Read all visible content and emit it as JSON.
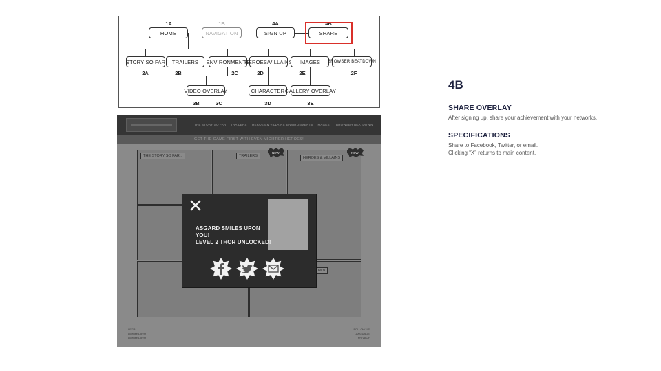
{
  "sitemap": {
    "nodes": {
      "home": "HOME",
      "navigation": "NAVIGATION",
      "signup": "SIGN UP",
      "share": "SHARE",
      "story": "STORY SO FAR",
      "trailers": "TRAILERS",
      "environments": "ENVIRONMENTS",
      "heroes": "HEROES/VILLAINS",
      "images": "IMAGES",
      "beatdown": "BROWSER BEATDOWN",
      "video": "VIDEO OVERLAY",
      "character": "CHARACTER",
      "gallery": "GALLERY OVERLAY"
    },
    "codes": {
      "home": "1A",
      "navigation": "1B",
      "signup": "4A",
      "share": "4B",
      "story": "2A",
      "trailers": "2B",
      "environments": "2C",
      "heroes": "2D",
      "images": "2E",
      "beatdown": "2F",
      "video_a": "3B",
      "video_b": "3C",
      "character": "3D",
      "gallery": "3E"
    },
    "highlight_color": "#d9302a"
  },
  "mockup": {
    "nav": [
      "THE STORY SO FAR",
      "TRAILERS",
      "HEROES & VILLAINS",
      "ENVIRONMENTS",
      "IMAGES",
      "BROWSER BEATDOWN"
    ],
    "banner": "GET THE GAME FIRST WITH EVEN MIGHTIER HEROES!",
    "tiles": {
      "story": "THE STORY SO FAR...",
      "trailers": "TRAILERS",
      "heroes": "HEROES & VILLAINS",
      "beatdown_partial": "DOWN"
    },
    "badges": {
      "new1": "NEW!",
      "new2": "NEW!"
    },
    "footer_left": [
      "LEGAL",
      "License Lorem",
      "License Lorem"
    ],
    "footer_right": [
      "FOLLOW US",
      "LANGUAGE",
      "PRIVACY"
    ],
    "overlay": {
      "line1": "ASGARD SMILES UPON YOU!",
      "line2": "LEVEL 2 THOR UNLOCKED!",
      "share_icons": [
        "facebook-icon",
        "twitter-icon",
        "email-icon"
      ]
    }
  },
  "spec": {
    "id": "4B",
    "heading1": "SHARE OVERLAY",
    "text1": "After signing up, share your achievement with your networks.",
    "heading2": "SPECIFICATIONS",
    "text2a": "Share to Facebook, Twitter, or email.",
    "text2b": "Clicking “X” returns to main content."
  }
}
